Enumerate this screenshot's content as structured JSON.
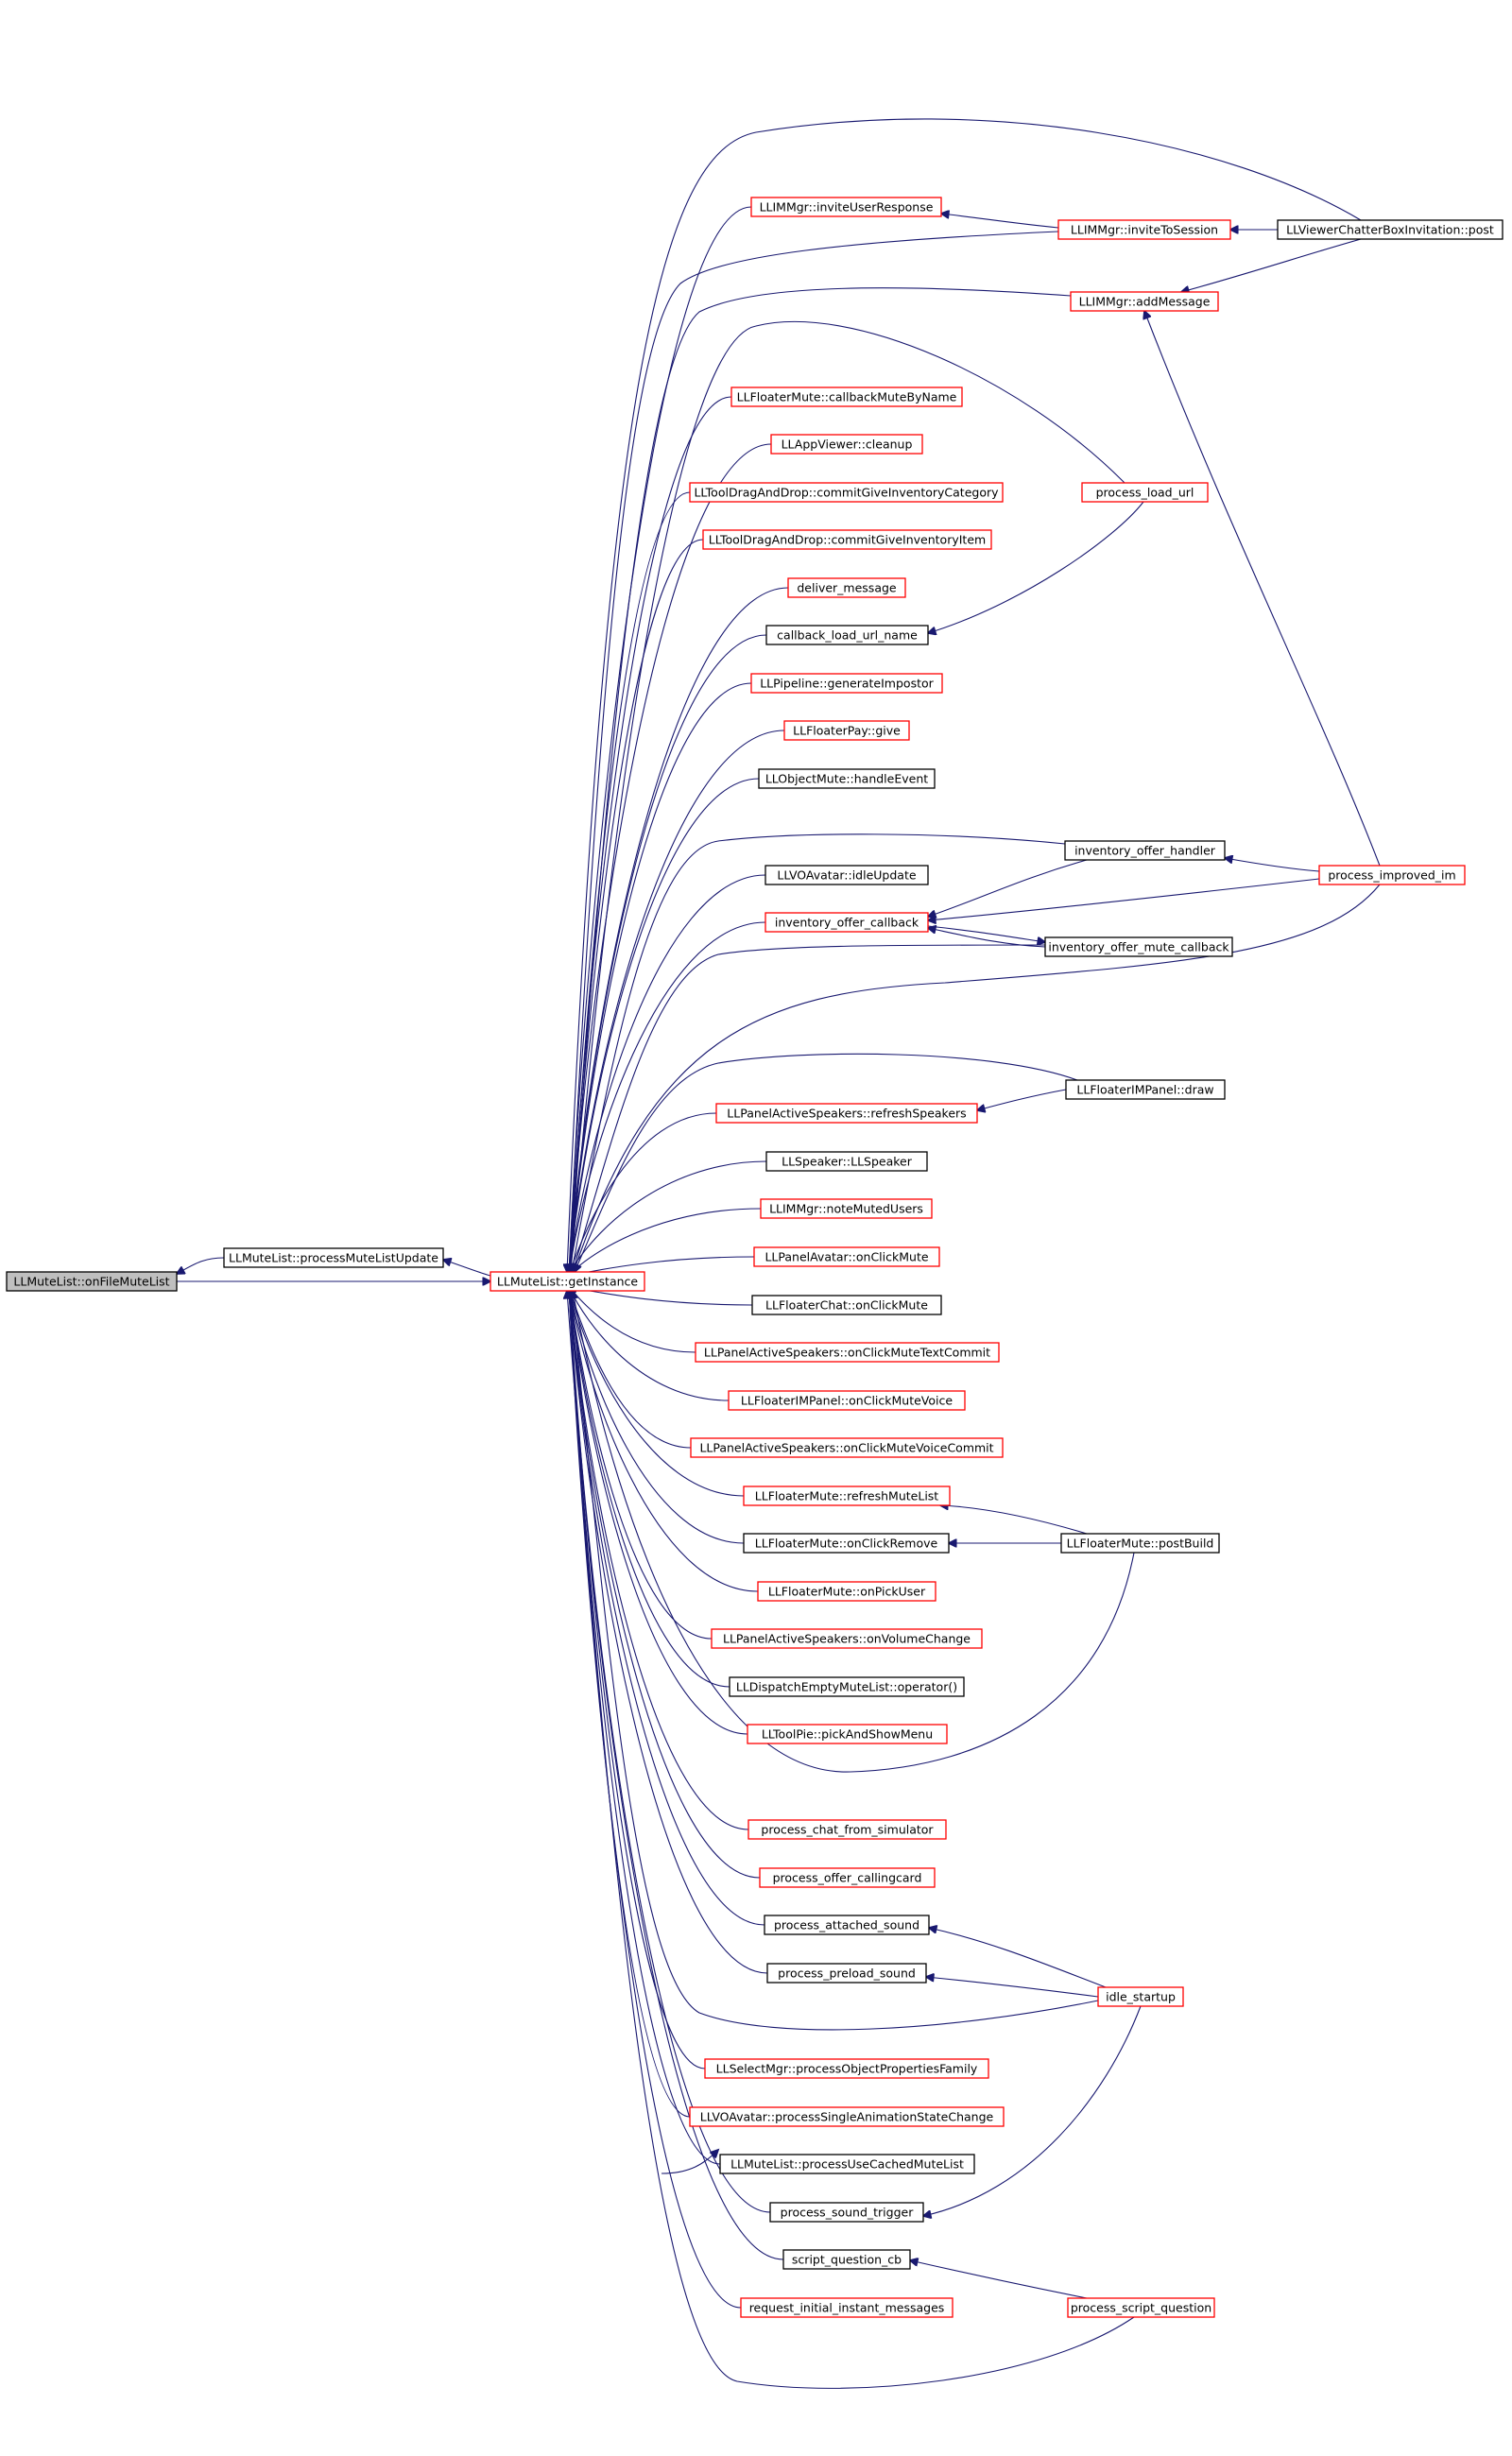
{
  "colors": {
    "edge": "#191970",
    "red_border": "#ff0000",
    "black_border": "#000000",
    "focus_fill": "#bfbfbf"
  },
  "nodes": [
    {
      "id": "onFileMuteList",
      "label": "LLMuteList::onFileMuteList",
      "border": "gray"
    },
    {
      "id": "processMuteListUpdate",
      "label": "LLMuteList::processMuteListUpdate",
      "border": "black"
    },
    {
      "id": "getInstance",
      "label": "LLMuteList::getInstance",
      "border": "red"
    },
    {
      "id": "inviteUserResponse",
      "label": "LLIMMgr::inviteUserResponse",
      "border": "red"
    },
    {
      "id": "inviteToSession",
      "label": "LLIMMgr::inviteToSession",
      "border": "red"
    },
    {
      "id": "chatterBoxPost",
      "label": "LLViewerChatterBoxInvitation::post",
      "border": "black"
    },
    {
      "id": "addMessage",
      "label": "LLIMMgr::addMessage",
      "border": "red"
    },
    {
      "id": "callbackMuteByName",
      "label": "LLFloaterMute::callbackMuteByName",
      "border": "red"
    },
    {
      "id": "cleanup",
      "label": "LLAppViewer::cleanup",
      "border": "red"
    },
    {
      "id": "commitGiveInventoryCategory",
      "label": "LLToolDragAndDrop::commitGiveInventoryCategory",
      "border": "red"
    },
    {
      "id": "process_load_url",
      "label": "process_load_url",
      "border": "red"
    },
    {
      "id": "commitGiveInventoryItem",
      "label": "LLToolDragAndDrop::commitGiveInventoryItem",
      "border": "red"
    },
    {
      "id": "deliver_message",
      "label": "deliver_message",
      "border": "red"
    },
    {
      "id": "callback_load_url_name",
      "label": "callback_load_url_name",
      "border": "black"
    },
    {
      "id": "generateImpostor",
      "label": "LLPipeline::generateImpostor",
      "border": "red"
    },
    {
      "id": "floaterPayGive",
      "label": "LLFloaterPay::give",
      "border": "red"
    },
    {
      "id": "objectMuteHandleEvent",
      "label": "LLObjectMute::handleEvent",
      "border": "black"
    },
    {
      "id": "inventory_offer_handler",
      "label": "inventory_offer_handler",
      "border": "black"
    },
    {
      "id": "idleUpdate",
      "label": "LLVOAvatar::idleUpdate",
      "border": "black"
    },
    {
      "id": "process_improved_im",
      "label": "process_improved_im",
      "border": "red"
    },
    {
      "id": "inventory_offer_callback",
      "label": "inventory_offer_callback",
      "border": "red"
    },
    {
      "id": "inventory_offer_mute_callback",
      "label": "inventory_offer_mute_callback",
      "border": "black"
    },
    {
      "id": "imPanelDraw",
      "label": "LLFloaterIMPanel::draw",
      "border": "black"
    },
    {
      "id": "refreshSpeakers",
      "label": "LLPanelActiveSpeakers::refreshSpeakers",
      "border": "red"
    },
    {
      "id": "llSpeaker",
      "label": "LLSpeaker::LLSpeaker",
      "border": "black"
    },
    {
      "id": "noteMutedUsers",
      "label": "LLIMMgr::noteMutedUsers",
      "border": "red"
    },
    {
      "id": "panelAvatarOnClickMute",
      "label": "LLPanelAvatar::onClickMute",
      "border": "red"
    },
    {
      "id": "floaterChatOnClickMute",
      "label": "LLFloaterChat::onClickMute",
      "border": "black"
    },
    {
      "id": "onClickMuteTextCommit",
      "label": "LLPanelActiveSpeakers::onClickMuteTextCommit",
      "border": "red"
    },
    {
      "id": "onClickMuteVoice",
      "label": "LLFloaterIMPanel::onClickMuteVoice",
      "border": "red"
    },
    {
      "id": "onClickMuteVoiceCommit",
      "label": "LLPanelActiveSpeakers::onClickMuteVoiceCommit",
      "border": "red"
    },
    {
      "id": "refreshMuteList",
      "label": "LLFloaterMute::refreshMuteList",
      "border": "red"
    },
    {
      "id": "onClickRemove",
      "label": "LLFloaterMute::onClickRemove",
      "border": "black"
    },
    {
      "id": "floaterMutePostBuild",
      "label": "LLFloaterMute::postBuild",
      "border": "black"
    },
    {
      "id": "onPickUser",
      "label": "LLFloaterMute::onPickUser",
      "border": "red"
    },
    {
      "id": "onVolumeChange",
      "label": "LLPanelActiveSpeakers::onVolumeChange",
      "border": "red"
    },
    {
      "id": "dispatchEmptyMuteList",
      "label": "LLDispatchEmptyMuteList::operator()",
      "border": "black"
    },
    {
      "id": "pickAndShowMenu",
      "label": "LLToolPie::pickAndShowMenu",
      "border": "red"
    },
    {
      "id": "process_chat_from_simulator",
      "label": "process_chat_from_simulator",
      "border": "red"
    },
    {
      "id": "process_offer_callingcard",
      "label": "process_offer_callingcard",
      "border": "red"
    },
    {
      "id": "process_attached_sound",
      "label": "process_attached_sound",
      "border": "black"
    },
    {
      "id": "process_preload_sound",
      "label": "process_preload_sound",
      "border": "black"
    },
    {
      "id": "idle_startup",
      "label": "idle_startup",
      "border": "red"
    },
    {
      "id": "processObjectPropertiesFamily",
      "label": "LLSelectMgr::processObjectPropertiesFamily",
      "border": "red"
    },
    {
      "id": "processSingleAnimationStateChange",
      "label": "LLVOAvatar::processSingleAnimationStateChange",
      "border": "red"
    },
    {
      "id": "processUseCachedMuteList",
      "label": "LLMuteList::processUseCachedMuteList",
      "border": "black"
    },
    {
      "id": "process_sound_trigger",
      "label": "process_sound_trigger",
      "border": "black"
    },
    {
      "id": "script_question_cb",
      "label": "script_question_cb",
      "border": "black"
    },
    {
      "id": "process_script_question",
      "label": "process_script_question",
      "border": "red"
    },
    {
      "id": "request_initial_instant_messages",
      "label": "request_initial_instant_messages",
      "border": "red"
    }
  ]
}
